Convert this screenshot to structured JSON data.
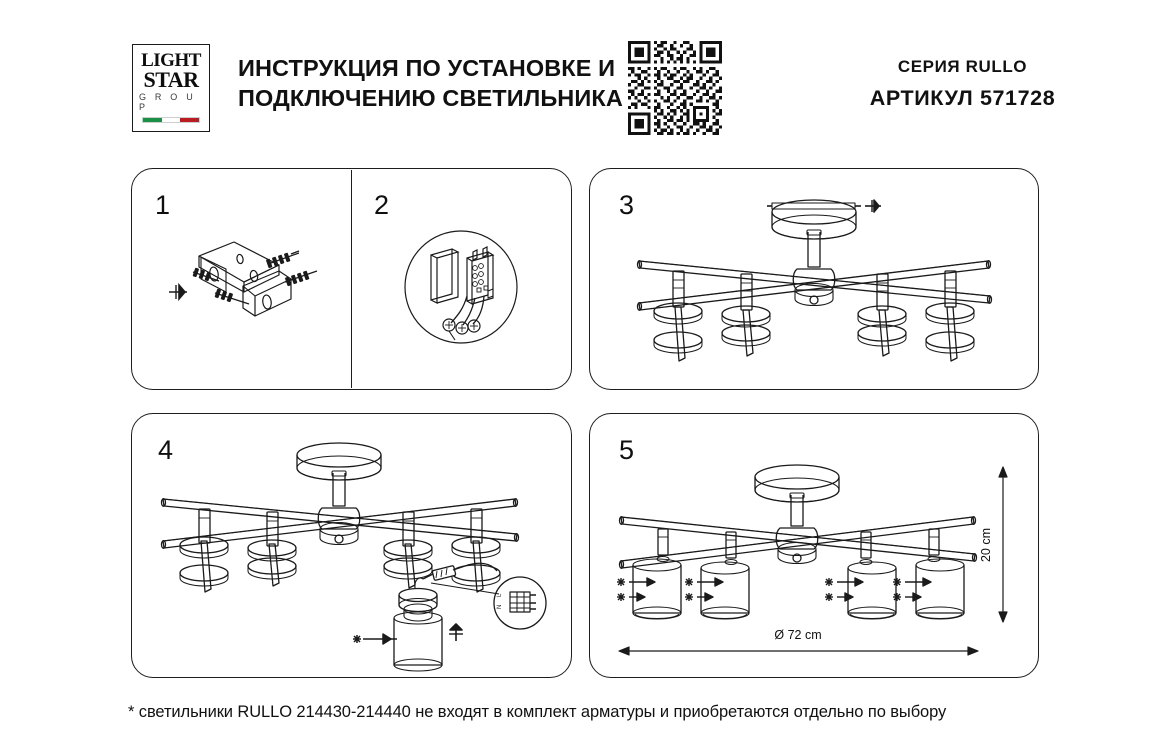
{
  "document": {
    "kind": "installation-instruction-sheet",
    "language": "ru"
  },
  "header": {
    "logo": {
      "line1": "LIGHT",
      "line2": "STAR",
      "line3": "G R O U P",
      "flag_colors": [
        "#1a8f45",
        "#ffffff",
        "#b81d24"
      ]
    },
    "title_line_1": "ИНСТРУКЦИЯ ПО УСТАНОВКЕ И",
    "title_line_2": "ПОДКЛЮЧЕНИЮ СВЕТИЛЬНИКА",
    "qr_alt": "qr-code",
    "series_label": "СЕРИЯ RULLO",
    "article_label": "АРТИКУЛ 571728"
  },
  "steps": [
    {
      "number": "1",
      "caption": "",
      "description": "mounting-bracket-with-screws-and-dowels"
    },
    {
      "number": "2",
      "caption": "",
      "description": "terminal-block-wiring-detail"
    },
    {
      "number": "3",
      "caption": "",
      "description": "canopy-with-crossed-arms-and-eight-sockets"
    },
    {
      "number": "4",
      "caption": "",
      "description": "attach-lamp-body-and-connect-wires"
    },
    {
      "number": "5",
      "caption": "",
      "description": "finished-fixture-with-dimensions"
    }
  ],
  "dimensions": {
    "diameter": "Ø 72 cm",
    "height": "20 cm"
  },
  "footnote": {
    "text": "* светильники RULLO 214430-214440 не входят в комплект арматуры и приобретаются отдельно по выбору"
  },
  "colors": {
    "ink": "#111111",
    "line": "#1d1d1d",
    "paper": "#ffffff",
    "flag_green": "#1a8f45",
    "flag_red": "#b81d24"
  }
}
